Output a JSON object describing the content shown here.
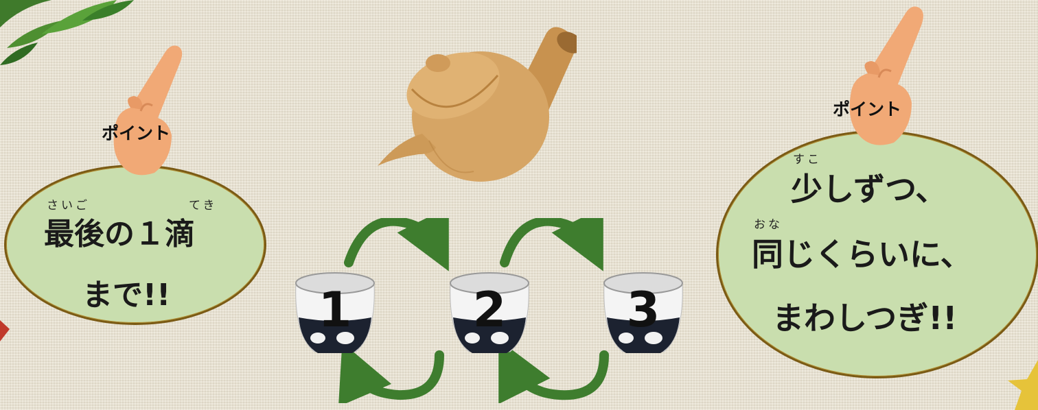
{
  "left_panel": {
    "point_label": "ポイント",
    "ruby_saigo": "さいご",
    "ruby_teki": "てき",
    "line1": "最後の１滴",
    "line2": "まで!!"
  },
  "right_panel": {
    "point_label": "ポイント",
    "ruby_sukoshi": "すこ",
    "ruby_onaji": "おな",
    "line1": "少しずつ、",
    "line2": "同じくらいに、",
    "line3": "まわしつぎ!!"
  },
  "cups": [
    "1",
    "2",
    "3"
  ],
  "colors": {
    "bubble_fill": "#c9deae",
    "bubble_border": "#7a5a14",
    "arrow_green": "#3e7d2e",
    "teapot": "#d4a366",
    "cup_band": "#1c2230"
  },
  "icons": [
    "leaf-decoration-icon",
    "pointing-hand-icon",
    "teapot-icon",
    "teacup-icon",
    "curved-arrow-icon",
    "star-decoration-icon"
  ]
}
